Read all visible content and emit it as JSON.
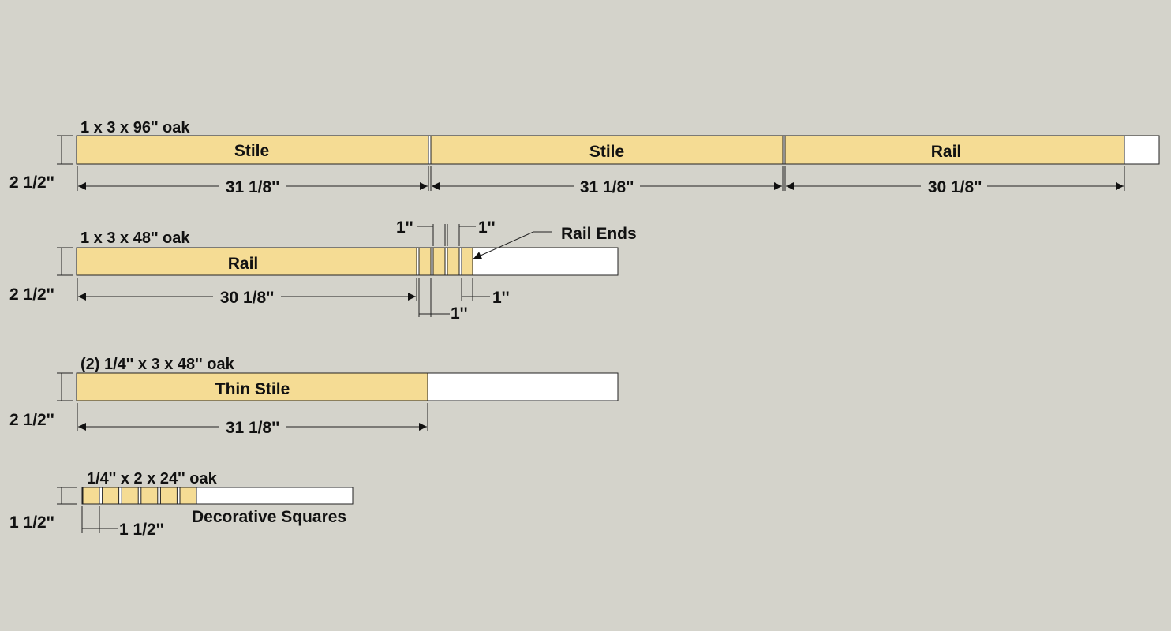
{
  "colors": {
    "background": "#d4d3cb",
    "wood": "#f5dc94",
    "offcut": "#ffffff",
    "line": "#222222"
  },
  "boards": [
    {
      "label": "1 x 3 x 96'' oak",
      "height_dim": "2 1/2''",
      "parts": [
        {
          "label": "Stile",
          "dim": "31 1/8''"
        },
        {
          "label": "Stile",
          "dim": "31 1/8''"
        },
        {
          "label": "Rail",
          "dim": "30 1/8''"
        }
      ]
    },
    {
      "label": "1 x 3 x 48'' oak",
      "height_dim": "2 1/2''",
      "parts": [
        {
          "label": "Rail",
          "dim": "30 1/8''"
        }
      ],
      "rail_ends": {
        "label": "Rail Ends",
        "top_left_dim": "1''",
        "top_right_dim": "1''",
        "bottom_left_dim": "1''",
        "bottom_right_dim": "1''"
      }
    },
    {
      "label": "(2) 1/4'' x 3 x 48'' oak",
      "height_dim": "2 1/2''",
      "parts": [
        {
          "label": "Thin Stile",
          "dim": "31 1/8''"
        }
      ]
    },
    {
      "label": "1/4'' x 2 x 24'' oak",
      "height_dim": "1 1/2''",
      "squares_label": "Decorative Squares",
      "square_dim": "1 1/2''",
      "square_count": 6
    }
  ]
}
